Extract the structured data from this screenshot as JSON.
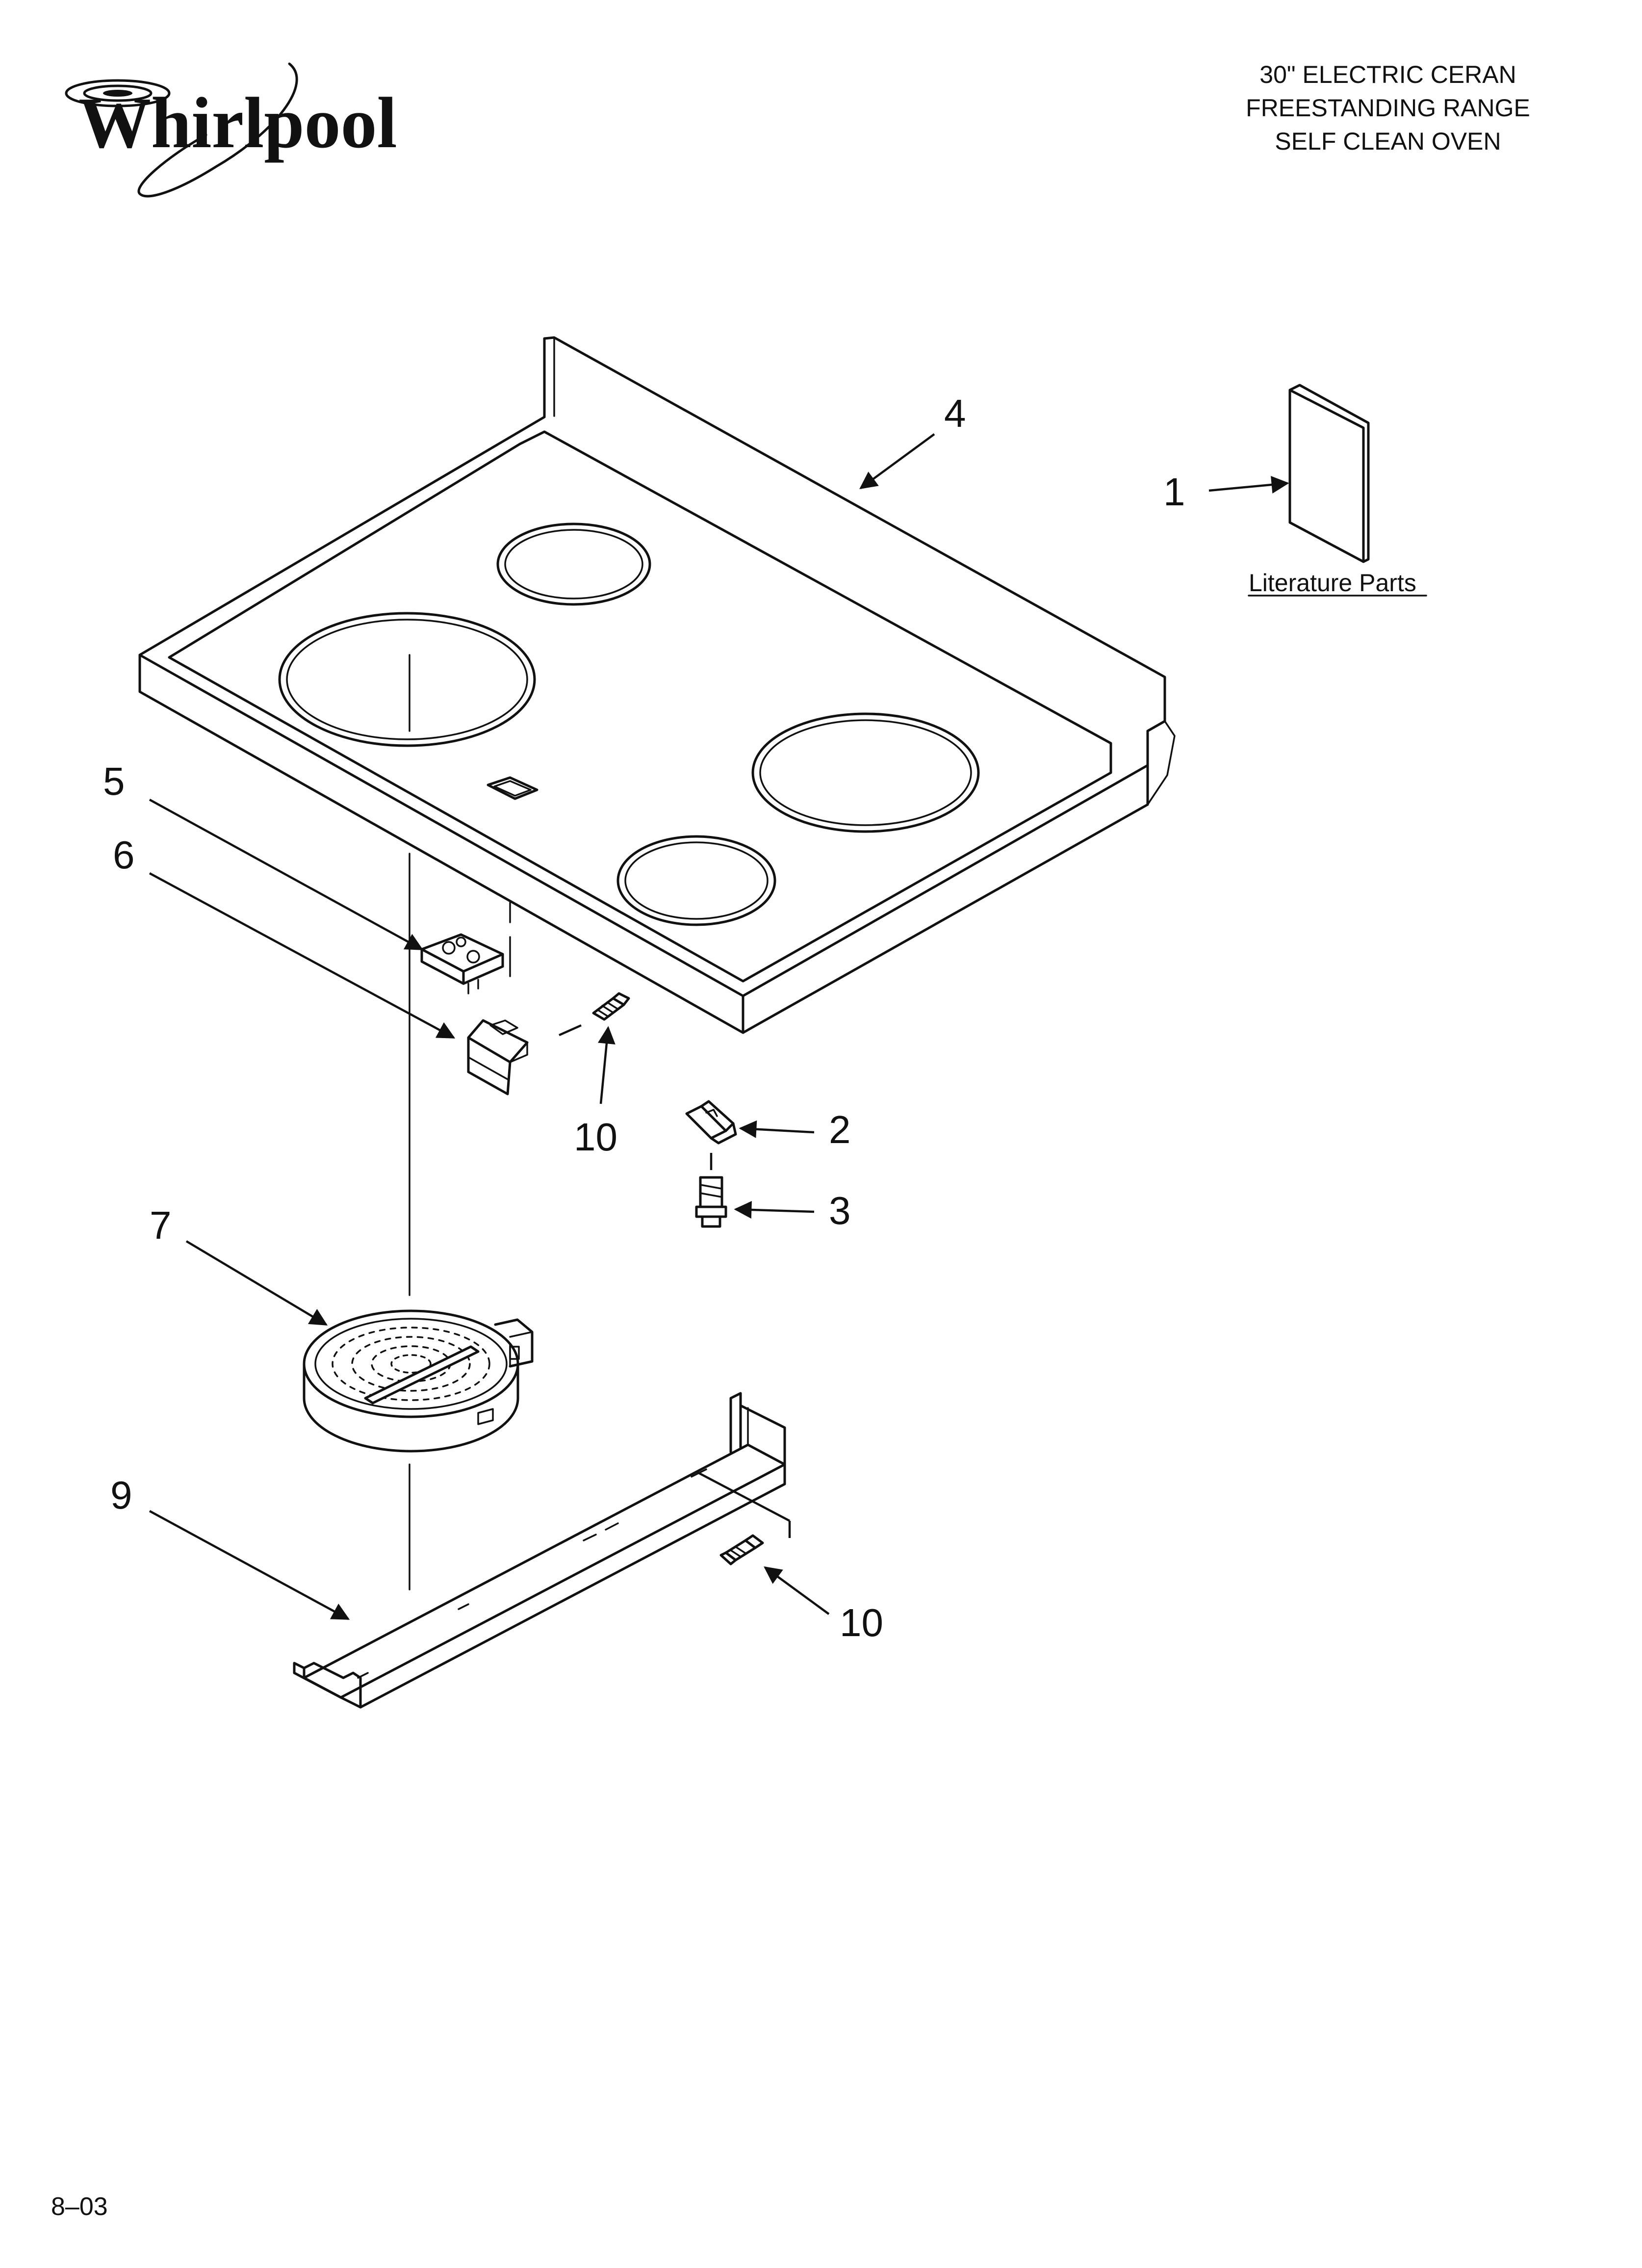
{
  "header": {
    "brand": "Whirlpool",
    "title_lines": [
      "30\" ELECTRIC CERAN",
      "FREESTANDING RANGE",
      "SELF CLEAN OVEN"
    ]
  },
  "diagram": {
    "callouts": [
      {
        "id": "callout-1",
        "label": "1"
      },
      {
        "id": "callout-2",
        "label": "2"
      },
      {
        "id": "callout-3",
        "label": "3"
      },
      {
        "id": "callout-4",
        "label": "4"
      },
      {
        "id": "callout-5",
        "label": "5"
      },
      {
        "id": "callout-6",
        "label": "6"
      },
      {
        "id": "callout-7",
        "label": "7"
      },
      {
        "id": "callout-9",
        "label": "9"
      },
      {
        "id": "callout-10a",
        "label": "10"
      },
      {
        "id": "callout-10b",
        "label": "10"
      }
    ],
    "literature_label": "Literature Parts"
  },
  "footer": {
    "code": "8–03"
  }
}
